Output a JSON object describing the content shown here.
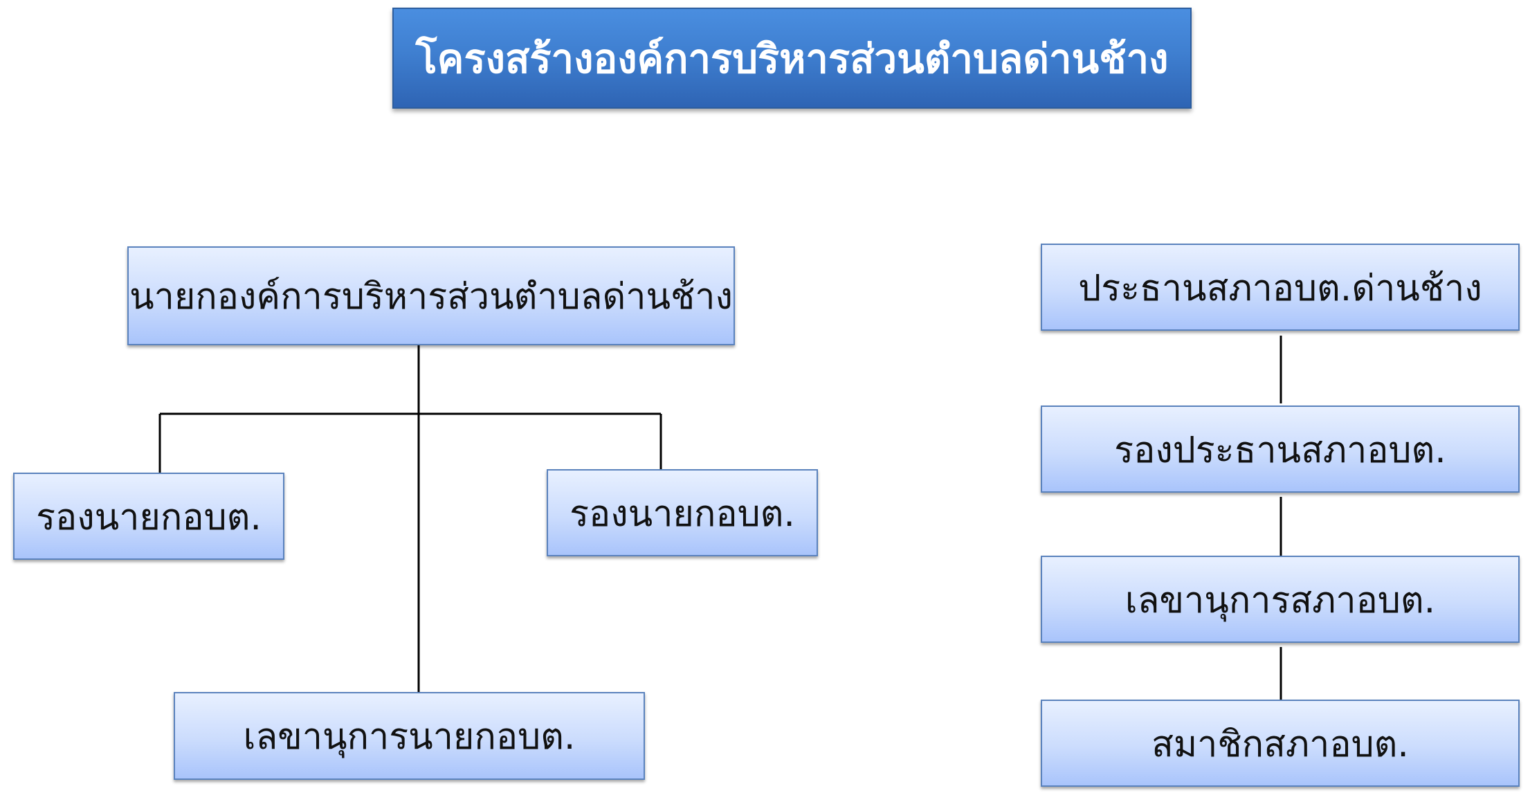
{
  "title": "โครงสร้างองค์การบริหารส่วนตำบลด่านช้าง",
  "colors": {
    "title_fill": "#3f7fd0",
    "box_fill": "#cbdcfd",
    "box_border": "#5a82bd",
    "connector": "#000000"
  },
  "executive": {
    "chief": "นายกองค์การบริหารส่วนตำบลด่านช้าง",
    "deputy_left": "รองนายกอบต.",
    "deputy_right": "รองนายกอบต.",
    "secretary": "เลขานุการนายกอบต."
  },
  "council": [
    {
      "label": "ประธานสภาอบต.ด่านช้าง"
    },
    {
      "label": "รองประธานสภาอบต."
    },
    {
      "label": "เลขานุการสภาอบต."
    },
    {
      "label": "สมาชิกสภาอบต."
    }
  ]
}
